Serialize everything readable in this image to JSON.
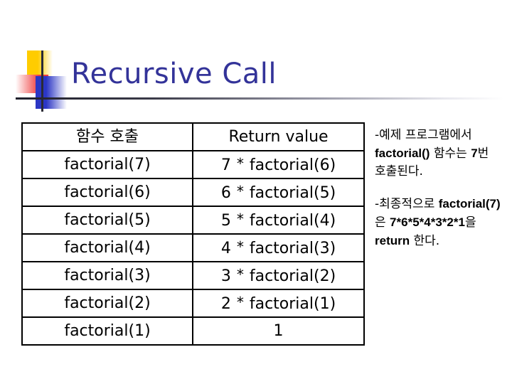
{
  "slide": {
    "title": "Recursive Call",
    "title_color": "#333399"
  },
  "table": {
    "headers": [
      "함수 호출",
      "Return value"
    ],
    "rows": [
      {
        "call": "factorial(7)",
        "return_operand": "7",
        "return_operator": "*",
        "return_rest": "factorial(6)",
        "return_value": "7 * factorial(6)"
      },
      {
        "call": "factorial(6)",
        "return_operand": "6",
        "return_operator": "*",
        "return_rest": "factorial(5)",
        "return_value": "6 * factorial(5)"
      },
      {
        "call": "factorial(5)",
        "return_operand": "5",
        "return_operator": "*",
        "return_rest": "factorial(4)",
        "return_value": "5 * factorial(4)"
      },
      {
        "call": "factorial(4)",
        "return_operand": "4",
        "return_operator": "*",
        "return_rest": "factorial(3)",
        "return_value": "4 * factorial(3)"
      },
      {
        "call": "factorial(3)",
        "return_operand": "3",
        "return_operator": "*",
        "return_rest": "factorial(2)",
        "return_value": "3 * factorial(2)"
      },
      {
        "call": "factorial(2)",
        "return_operand": "2",
        "return_operator": "*",
        "return_rest": "factorial(1)",
        "return_value": "2 * factorial(1)"
      },
      {
        "call": "factorial(1)",
        "return_operand": "1",
        "return_operator": "",
        "return_rest": "",
        "return_value": "1"
      }
    ]
  },
  "notes": [
    {
      "id": "note-call-count",
      "parts": [
        {
          "text": "-예제 프로그램",
          "script": "kor"
        },
        {
          "text": "에서 ",
          "script": "kor"
        },
        {
          "text": "factorial()",
          "script": "lat"
        },
        {
          "text": " 함수는 ",
          "script": "kor"
        },
        {
          "text": "7",
          "script": "lat"
        },
        {
          "text": "번 호출된다.",
          "script": "kor"
        }
      ],
      "plain": "-예제 프로그램에서 factorial() 함수는 7번 호출된다."
    },
    {
      "id": "note-final-result",
      "parts": [
        {
          "text": "-최종적으로 ",
          "script": "kor"
        },
        {
          "text": "factorial(7)",
          "script": "lat"
        },
        {
          "text": "은 ",
          "script": "kor"
        },
        {
          "text": "7*6*5*4*3*2*1",
          "script": "lat"
        },
        {
          "text": "을 ",
          "script": "kor"
        },
        {
          "text": "return",
          "script": "lat"
        },
        {
          "text": " 한다.",
          "script": "kor"
        }
      ],
      "plain": "-최종적으로 factorial(7)은 7*6*5*4*3*2*1을 return 한다."
    }
  ],
  "logo": {
    "yellow": "#ffcc00",
    "red": "#ef3b3b",
    "blue": "#2b36c4",
    "bar": "#2a2a35"
  }
}
